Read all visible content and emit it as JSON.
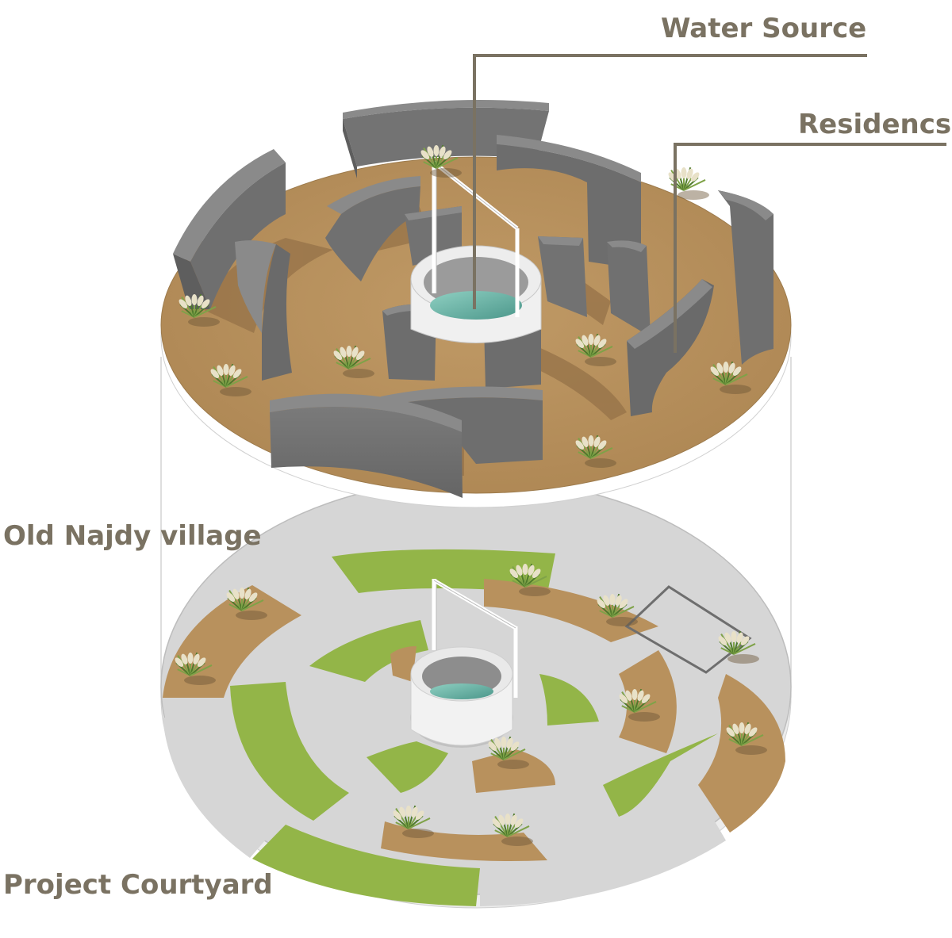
{
  "colors": {
    "label": "#7a7262",
    "leader": "#7a7262",
    "sand": "#b8915d",
    "sand_shadow": "#957248",
    "wall_top": "#8a8a8a",
    "wall_side": "#6d6d6d",
    "wall_dark": "#5e5e5e",
    "paving": "#d8d8d8",
    "paving_edge": "#b9b9b9",
    "grass": "#93b548",
    "disc_rim": "#ffffff",
    "well": "#f2f2f2",
    "water": "#5fa69a"
  },
  "labels": {
    "water_source": "Water Source",
    "residences": "Residencs",
    "village": "Old Najdy village",
    "courtyard": "Project Courtyard"
  },
  "icons": [
    "plant-icon"
  ]
}
